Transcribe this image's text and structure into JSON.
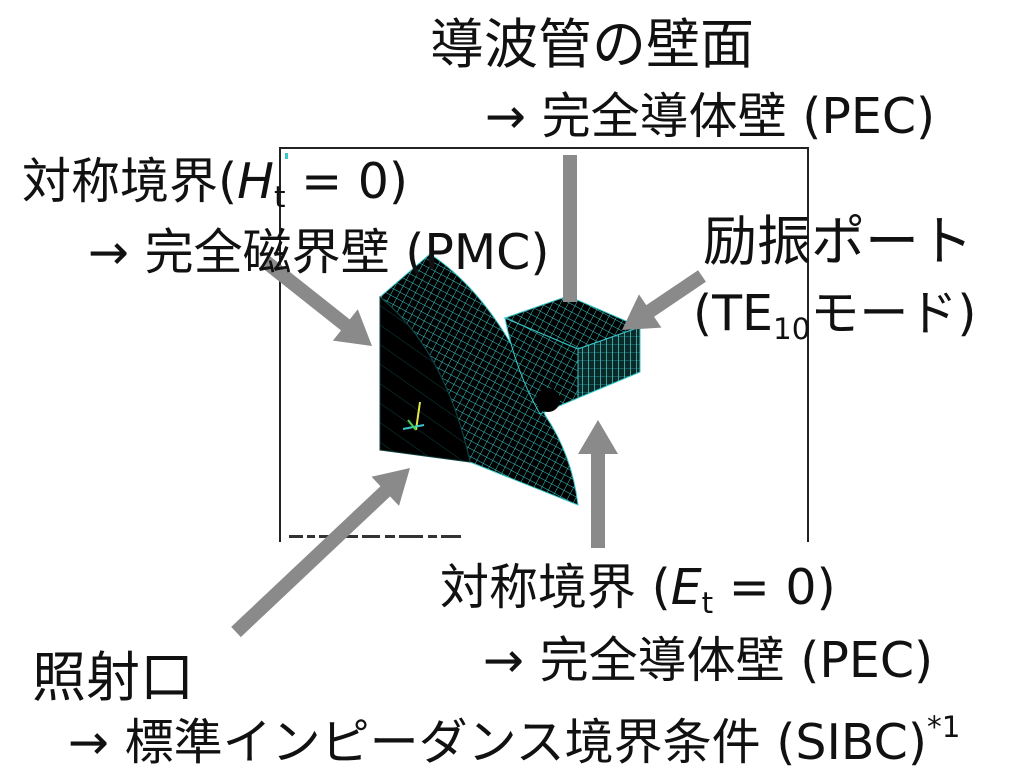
{
  "waveguide_wall": {
    "title": "導波管の壁面",
    "condition": "→ 完全導体壁 (PEC)"
  },
  "symmetry_h": {
    "prefix": "対称境界(",
    "var": "H",
    "sub": "t",
    "suffix": " = 0)",
    "condition": "→ 完全磁界壁 (PMC)"
  },
  "excitation_port": {
    "title": "励振ポート",
    "mode_prefix": "(TE",
    "mode_sub": "10",
    "mode_suffix": "モード)"
  },
  "symmetry_e": {
    "prefix": "対称境界 (",
    "var": "E",
    "sub": "t",
    "suffix": " = 0)",
    "condition": "→ 完全導体壁 (PEC)"
  },
  "aperture": {
    "title": "照射口",
    "condition": "→ 標準インピーダンス境界条件 (SIBC)",
    "footnote": "*1"
  },
  "colors": {
    "arrow": "#8a8a8a",
    "mesh_fill": "#000000",
    "mesh_grid": "#38c6c6",
    "frame": "#222222"
  }
}
